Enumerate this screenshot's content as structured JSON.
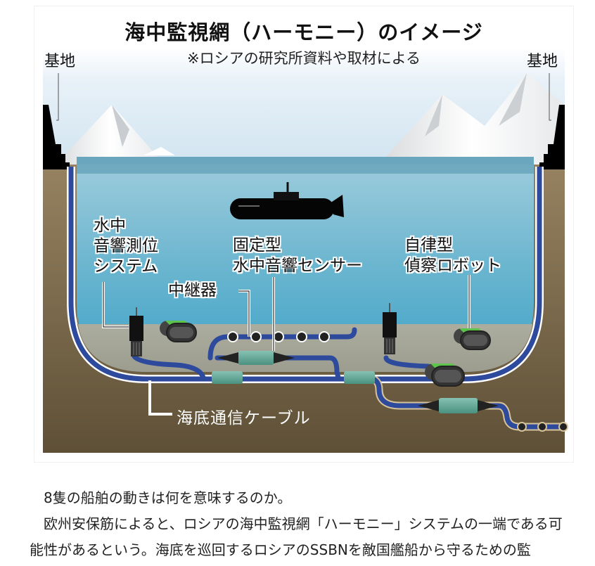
{
  "figure": {
    "title": "海中監視網（ハーモニー）のイメージ",
    "subtitle": "※ロシアの研究所資料や取材による",
    "labels": {
      "base_left": "基地",
      "base_right": "基地",
      "acoustic_positioning_line1": "水中",
      "acoustic_positioning_line2": "音響測位",
      "acoustic_positioning_line3": "システム",
      "fixed_sensor_line1": "固定型",
      "fixed_sensor_line2": "水中音響センサー",
      "relay": "中継器",
      "robot_line1": "自律型",
      "robot_line2": "偵察ロボット",
      "cable": "海底通信ケーブル"
    },
    "colors": {
      "sky": "#dcebf5",
      "sea": "#5fb0cc",
      "seabed": "#8c7a55",
      "seafloor_gray": "#a9ab9f",
      "cable": "#2e4a9c",
      "repeater": "#5aa593",
      "robot_top": "#5cc44a"
    }
  },
  "article": {
    "para1": "8隻の船舶の動きは何を意味するのか。",
    "para2_line1": "欧州安保筋によると、ロシアの海中監視網「ハーモニー」システムの一端である可",
    "para2_line2": "能性があるという。海底を巡回するロシアのSSBNを敵国艦船から守るための監"
  }
}
